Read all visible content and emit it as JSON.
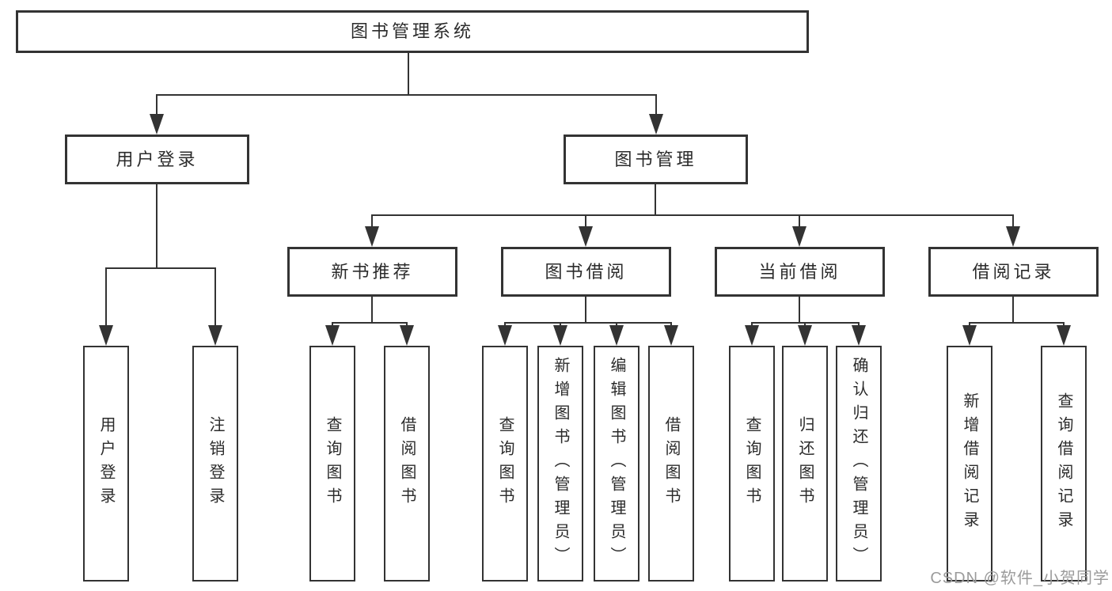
{
  "diagram_type": "hierarchy-tree",
  "tree": {
    "root": {
      "label": "图书管理系统"
    },
    "children": [
      {
        "label": "用户登录",
        "children": [
          {
            "label": "用户登录"
          },
          {
            "label": "注销登录"
          }
        ]
      },
      {
        "label": "图书管理",
        "children": [
          {
            "label": "新书推荐",
            "children": [
              {
                "label": "查询图书"
              },
              {
                "label": "借阅图书"
              }
            ]
          },
          {
            "label": "图书借阅",
            "children": [
              {
                "label": "查询图书"
              },
              {
                "label": "新增图书（管理员）"
              },
              {
                "label": "编辑图书（管理员）"
              },
              {
                "label": "借阅图书"
              }
            ]
          },
          {
            "label": "当前借阅",
            "children": [
              {
                "label": "查询图书"
              },
              {
                "label": "归还图书"
              },
              {
                "label": "确认归还（管理员）"
              }
            ]
          },
          {
            "label": "借阅记录",
            "children": [
              {
                "label": "新增借阅记录"
              },
              {
                "label": "查询借阅记录"
              }
            ]
          }
        ]
      }
    ]
  },
  "watermark": {
    "text": "CSDN @软件_小贺同学"
  },
  "colors": {
    "line": "#333333",
    "text": "#2b2b2b",
    "box_fill": "#ffffff",
    "background": "#ffffff",
    "watermark": "#9b9b9b"
  }
}
